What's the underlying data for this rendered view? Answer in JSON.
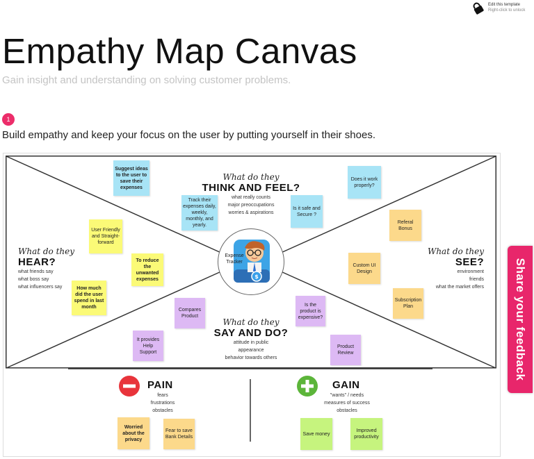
{
  "template": {
    "edit_text": "Edit this template",
    "unlock_hint": "Right-click to unlock"
  },
  "header": {
    "title": "Empathy Map Canvas",
    "subtitle": "Gain insight and understanding on solving customer problems.",
    "step": "1",
    "intro": "Build empathy and keep your focus on the user by putting yourself in their shoes."
  },
  "sections": {
    "think": {
      "pre": "What do they",
      "title": "THINK AND FEEL?",
      "lines": [
        "what really counts",
        "major preoccupations",
        "worries & aspirations"
      ]
    },
    "hear": {
      "pre": "What do they",
      "title": "HEAR?",
      "lines": [
        "what friends say",
        "what boss say",
        "what influencers say"
      ]
    },
    "see": {
      "pre": "What do they",
      "title": "SEE?",
      "lines": [
        "environment",
        "friends",
        "what the market offers"
      ]
    },
    "say": {
      "pre": "What do they",
      "title": "SAY AND DO?",
      "lines": [
        "attitude in public",
        "appearance",
        "behavior towards others"
      ]
    },
    "pain": {
      "title": "PAIN",
      "lines": [
        "fears",
        "frustrations",
        "obstacles"
      ]
    },
    "gain": {
      "title": "GAIN",
      "lines": [
        "\"wants\" / needs",
        "measures of success",
        "obstacles"
      ]
    }
  },
  "avatar": {
    "label": "Expense Tracker"
  },
  "notes": {
    "suggest_ideas": "Suggest ideas to the user to save their expenses",
    "track_expenses": "Track their expenses daily, weekly, monthly, and yearly.",
    "safe_secure": "Is it safe and Secure ?",
    "work_properly": "Does it work properly?",
    "referral_bonus": "Referal Bonus",
    "custom_ui": "Custom UI Design",
    "subscription_plan": "Subscription Plan",
    "user_friendly": "User Friendly and Straight-forward",
    "reduce_expenses": "To reduce the unwanted expenses",
    "spend_month": "How much did the user spend in last month",
    "compares_product": "Compares Product",
    "help_support": "It provides Help Support",
    "product_expensive": "Is the product is expensive?",
    "product_review": "Product Review",
    "worried_privacy": "Worried about the privacy",
    "fear_bank": "Fear to save Bank Details",
    "save_money": "Save money",
    "improved_productivity": "Improved productivity"
  },
  "feedback": {
    "label": "Share your feedback"
  },
  "colors": {
    "accent": "#ec2d6a",
    "pain": "#e8343b",
    "gain": "#5cb53a"
  }
}
